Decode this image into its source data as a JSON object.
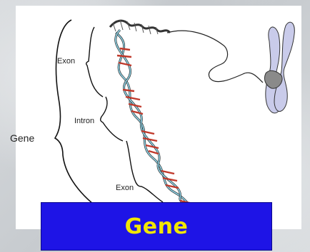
{
  "diagram": {
    "labels": {
      "exon_top": "Exon",
      "intron": "Intron",
      "exon_bottom": "Exon",
      "gene": "Gene"
    }
  },
  "banner": {
    "title": "Gene"
  },
  "colors": {
    "banner_bg": "#1e14e6",
    "banner_text": "#f2e600",
    "helix_rung_red": "#c0392b",
    "helix_backbone_blue": "#8fd3e6"
  }
}
